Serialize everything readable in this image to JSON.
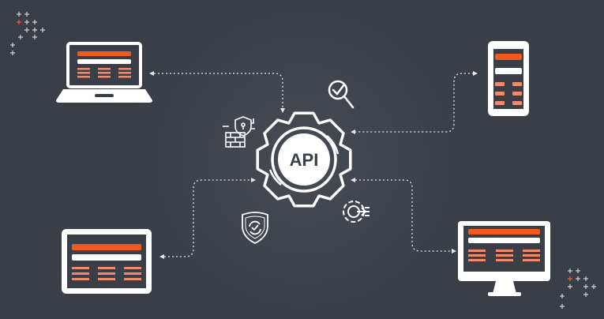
{
  "center": {
    "label": "API",
    "icon": "gear-icon"
  },
  "colors": {
    "background": "#3a3f47",
    "accent": "#f05a1e",
    "accent_light": "#f08a6a",
    "line": "#ffffff"
  },
  "devices": [
    {
      "type": "laptop",
      "icon": "laptop-icon"
    },
    {
      "type": "phone",
      "icon": "smartphone-icon"
    },
    {
      "type": "tablet",
      "icon": "tablet-icon"
    },
    {
      "type": "desktop",
      "icon": "monitor-icon"
    }
  ],
  "satellite_icons": [
    "firewall-shield-icon",
    "magnifier-check-icon",
    "shield-sync-icon",
    "gear-target-icon"
  ]
}
